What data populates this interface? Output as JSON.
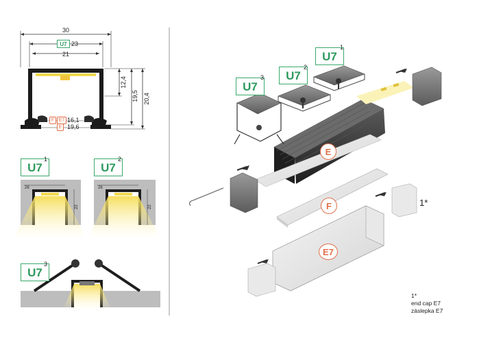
{
  "left_panel": {
    "dim_top": "30",
    "dim_u7_label": "U7",
    "dim_u7_value": "23",
    "dim_inner": "21",
    "dim_12_4": "12,4",
    "dim_19_5": "19,5",
    "dim_20_4": "20,4",
    "dim_f": "F",
    "dim_e7": "E7",
    "dim_16_1": "16,1",
    "dim_e": "E",
    "dim_19_6": "19,6",
    "variant1_tag": "U7",
    "variant1_sup": "1",
    "variant2_tag": "U7",
    "variant2_sup": "2",
    "variant3_tag": "U7",
    "variant3_sup": "3",
    "small_dim_26": "26",
    "small_dim_22": "22"
  },
  "right_panel": {
    "tag1": "U7",
    "tag1_sup": "1",
    "tag2": "U7",
    "tag2_sup": "2",
    "tag3": "U7",
    "tag3_sup": "3",
    "diffuser_e": "E",
    "diffuser_f": "F",
    "diffuser_e7": "E7",
    "endcap_ref": "1*",
    "note_line1": "1*",
    "note_line2": "end cap E7",
    "note_line3": "záslepka E7"
  },
  "colors": {
    "accent_green": "#2e9a5e",
    "accent_orange": "#e0704a",
    "led_yellow": "#f5e27a",
    "wall_gray": "#b9b9b9"
  }
}
